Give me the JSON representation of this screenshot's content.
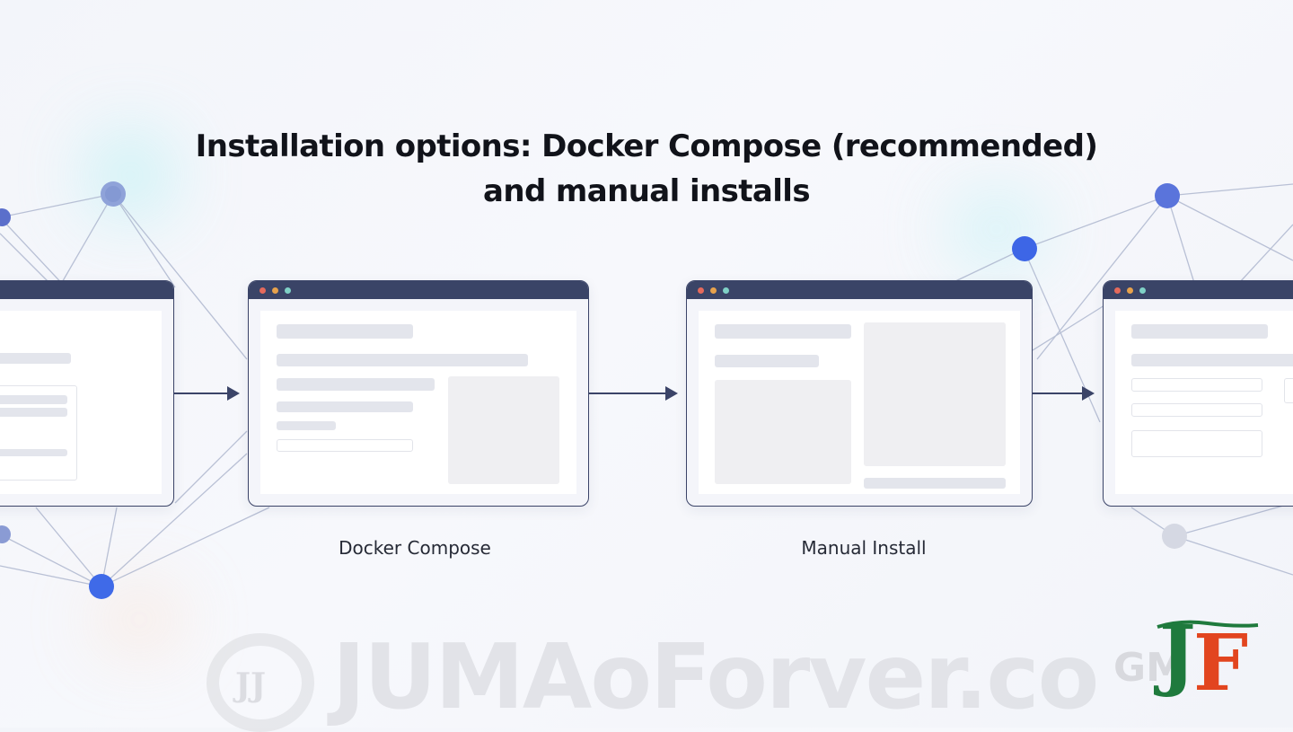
{
  "title": {
    "line1": "Installation options: Docker Compose (recommended)",
    "line2": "and manual installs"
  },
  "labels": {
    "docker": "Docker Compose",
    "manual": "Manual Install"
  },
  "watermark": {
    "text": "JUMAoForver.co",
    "badge_text": "JJ",
    "gm_text": "GM"
  },
  "logo": {
    "letters": "JF",
    "colors": {
      "j": "#1f7a3d",
      "f": "#e2451f"
    }
  },
  "colors": {
    "window_bar": "#3a4467",
    "node_blue": "#4f6ee0",
    "line": "#aab3cc"
  }
}
